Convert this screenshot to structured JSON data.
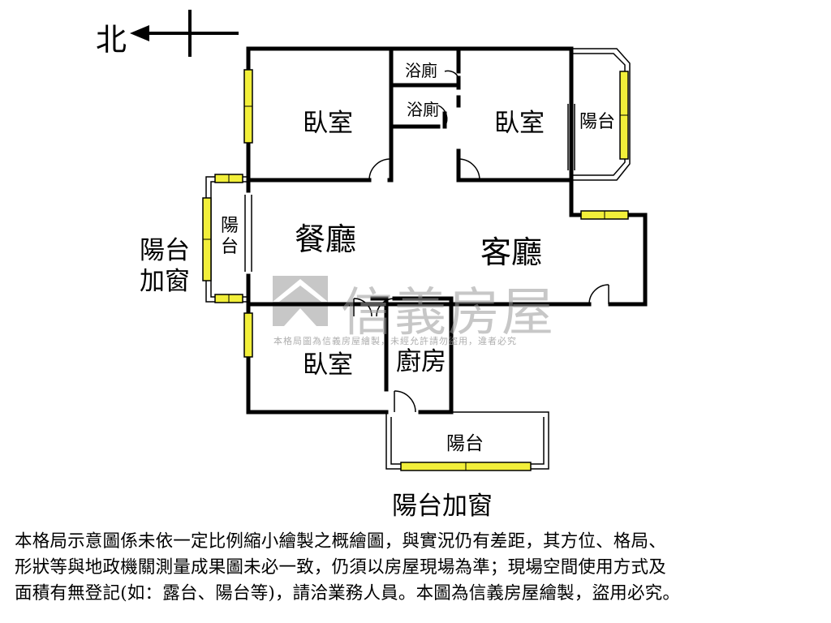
{
  "compass": {
    "label": "北"
  },
  "rooms": {
    "bedroom_nw": "臥室",
    "bath_top": "浴廁",
    "bath_mid": "浴廁",
    "bedroom_ne": "臥室",
    "balcony_east": "陽台",
    "dining": "餐廳",
    "living": "客廳",
    "balcony_west": "陽台",
    "bedroom_sw": "臥室",
    "kitchen": "廚房",
    "balcony_south": "陽台"
  },
  "annotations": {
    "balcony_window_left": "陽台加窗",
    "balcony_window_bottom": "陽台加窗"
  },
  "watermark": {
    "brand": "信義房屋",
    "note": "本格局圖為信義房屋繪製，未經允許請勿盜用，違者必究"
  },
  "disclaimer": [
    "本格局示意圖係未依一定比例縮小繪製之概繪圖，與實況仍有差距，其方位、格局、",
    "形狀等與地政機關測量成果圖未必一致，仍須以房屋現場為準；現場空間使用方式及",
    "面積有無登記(如：露台、陽台等)，請洽業務人員。本圖為信義房屋繪製，盜用必究。"
  ],
  "colors": {
    "wall": "#000000",
    "window_fill": "#f2ef3a",
    "watermark": "#9a9a9a"
  }
}
